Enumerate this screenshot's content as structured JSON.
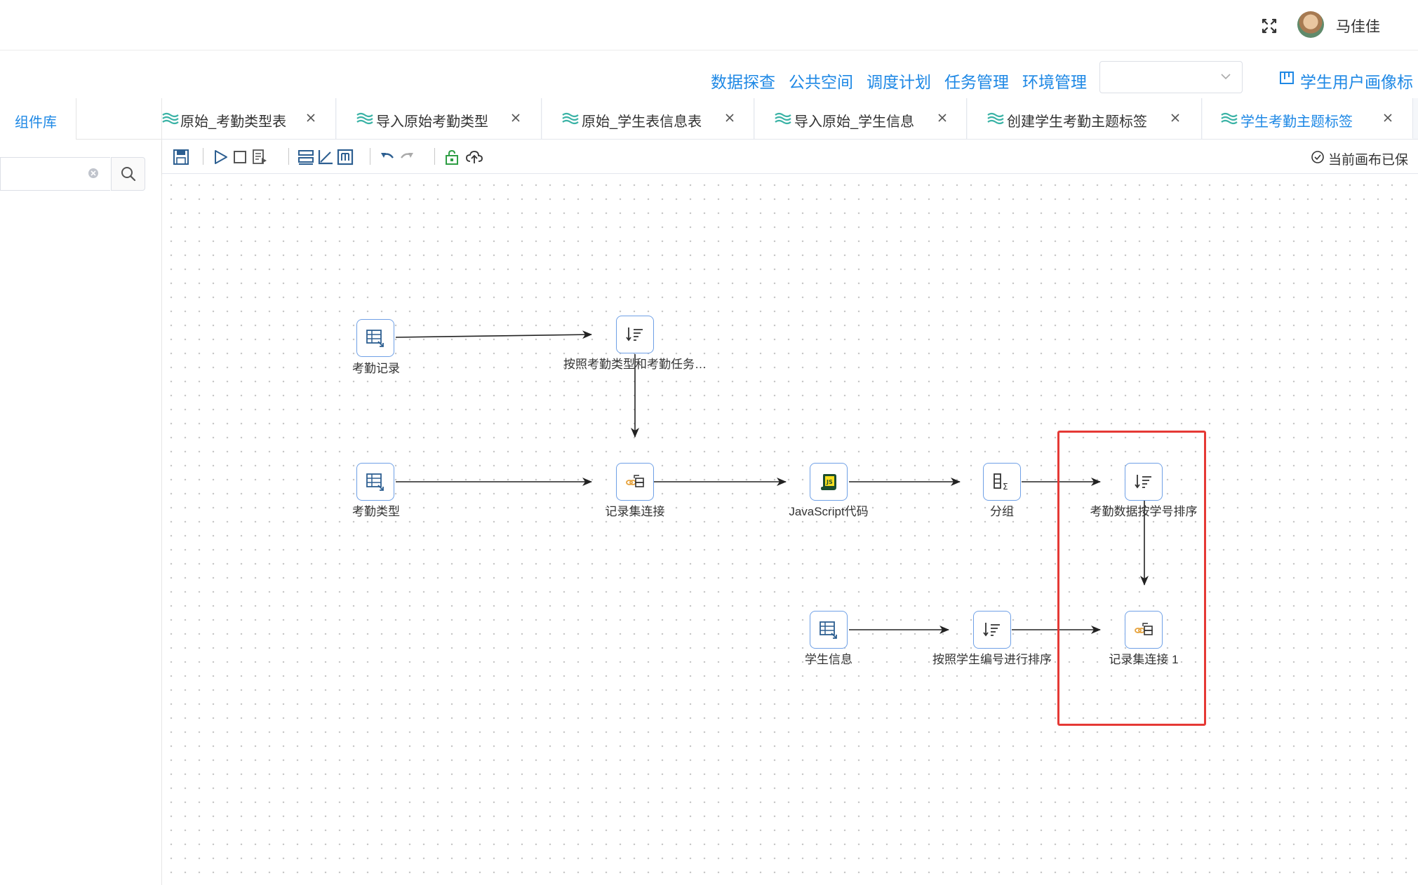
{
  "header": {
    "username": "马佳佳",
    "fullscreen_icon": "fullscreen-icon",
    "avatar_icon": "avatar"
  },
  "nav": {
    "items": [
      "数据探查",
      "公共空间",
      "调度计划",
      "任务管理",
      "环境管理"
    ],
    "select_value": "",
    "project_name": "学生用户画像标"
  },
  "left_panel": {
    "tab_label": "组件库",
    "search_value": "",
    "search_placeholder": ""
  },
  "tabs": [
    {
      "label": "原始_考勤类型表",
      "active": false
    },
    {
      "label": "导入原始考勤类型",
      "active": false
    },
    {
      "label": "原始_学生表信息表",
      "active": false
    },
    {
      "label": "导入原始_学生信息",
      "active": false
    },
    {
      "label": "创建学生考勤主题标签",
      "active": false
    },
    {
      "label": "学生考勤主题标签",
      "active": true
    }
  ],
  "toolbar": {
    "icons": [
      "save-icon",
      "run-icon",
      "stop-icon",
      "preview-icon",
      "align-icon",
      "chart-icon",
      "module-icon",
      "undo-icon",
      "redo-icon",
      "lock-icon",
      "upload-cloud-icon"
    ],
    "status_text": "当前画布已保"
  },
  "flow": {
    "nodes": [
      {
        "label": "考勤记录",
        "icon": "table-input-icon"
      },
      {
        "label": "按照考勤类型和考勤任务…",
        "icon": "sort-icon"
      },
      {
        "label": "考勤类型",
        "icon": "table-input-icon"
      },
      {
        "label": "记录集连接",
        "icon": "merge-join-icon"
      },
      {
        "label": "JavaScript代码",
        "icon": "javascript-icon"
      },
      {
        "label": "分组",
        "icon": "group-by-icon"
      },
      {
        "label": "考勤数据按学号排序",
        "icon": "sort-icon"
      },
      {
        "label": "学生信息",
        "icon": "table-input-icon"
      },
      {
        "label": "按照学生编号进行排序",
        "icon": "sort-icon"
      },
      {
        "label": "记录集连接 1",
        "icon": "merge-join-icon"
      }
    ],
    "highlight_color": "#e53935"
  },
  "colors": {
    "accent": "#1e88e5",
    "node_border": "#6fa0e6",
    "tab_icon": "#3bb3a6"
  }
}
